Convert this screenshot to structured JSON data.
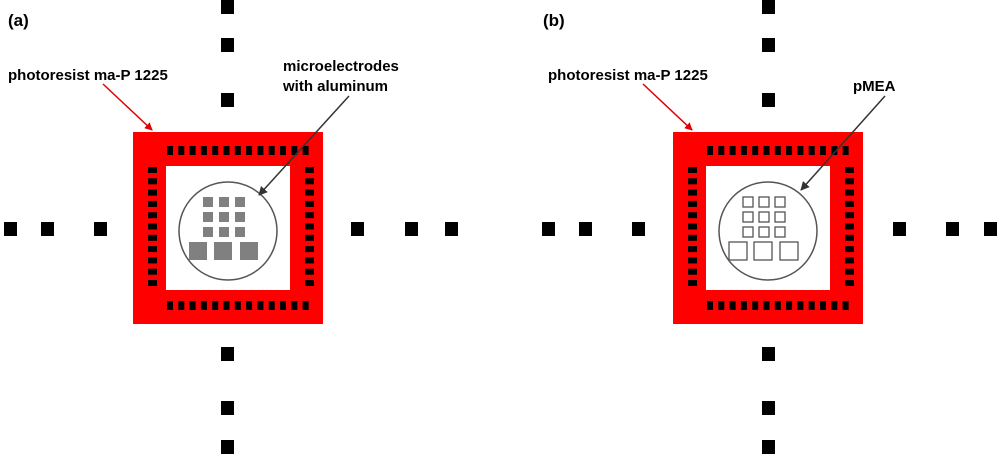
{
  "colors": {
    "photoresist": "#ff0000",
    "mark": "#000000",
    "aluminum": "#808080",
    "circle_stroke": "#555555",
    "arrow_red": "#e00000",
    "arrow_dark": "#333333"
  },
  "panel_a": {
    "label": "(a)",
    "photoresist_label": "photoresist  ma-P  1225",
    "electrode_label_line1": "microelectrodes",
    "electrode_label_line2": "with aluminum"
  },
  "panel_b": {
    "label": "(b)",
    "photoresist_label": "photoresist  ma-P  1225",
    "electrode_label": "pMEA"
  }
}
